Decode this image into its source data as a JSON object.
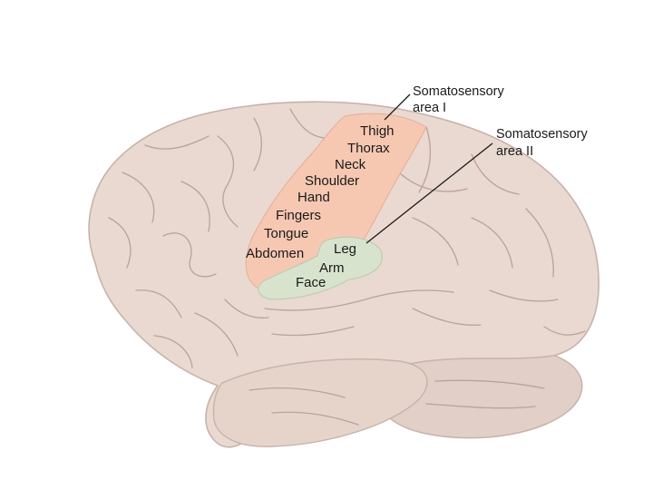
{
  "callouts": {
    "area1": {
      "line1": "Somatosensory",
      "line2": "area I"
    },
    "area2": {
      "line1": "Somatosensory",
      "line2": "area II"
    }
  },
  "area1_labels": [
    "Thigh",
    "Thorax",
    "Neck",
    "Shoulder",
    "Hand",
    "Fingers",
    "Tongue",
    "Abdomen"
  ],
  "area2_labels": [
    "Leg",
    "Arm",
    "Face"
  ],
  "colors": {
    "brain_fill": "#ead9d1",
    "brain_edge": "#c7b3ab",
    "area1_fill": "#f6c8b2",
    "area2_fill": "#d8e3cd",
    "text": "#1a1a1a"
  }
}
